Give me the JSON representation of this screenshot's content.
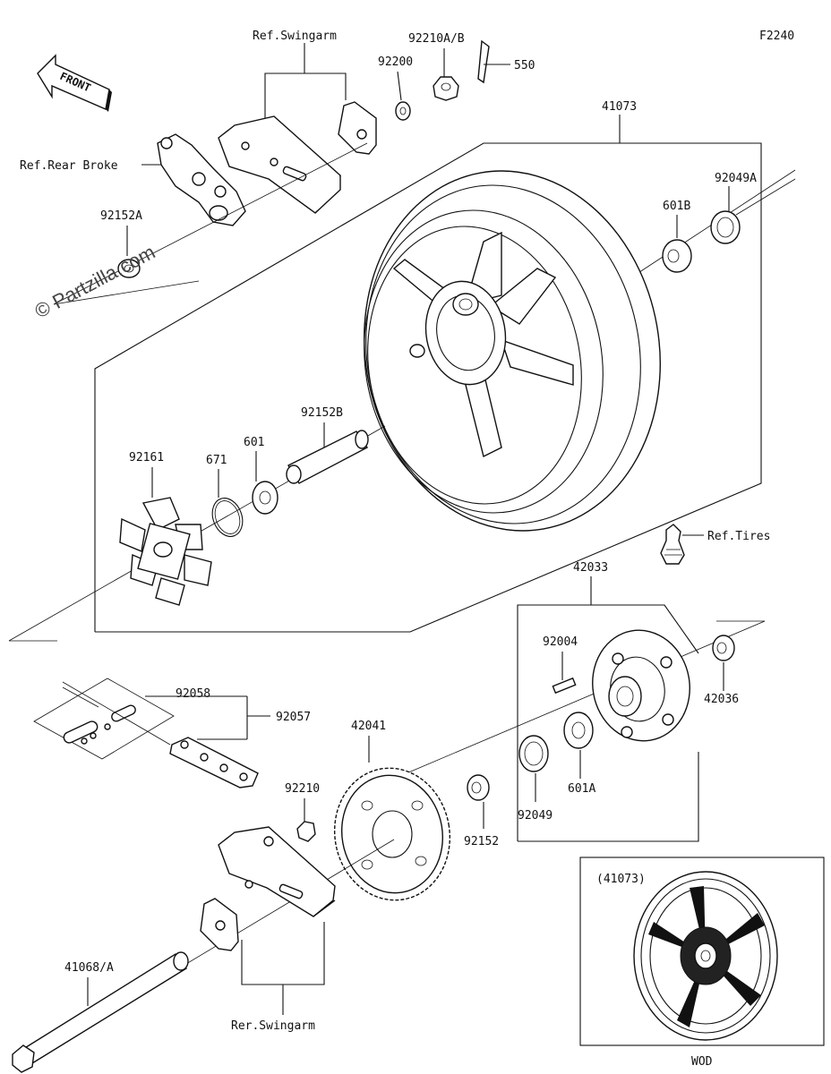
{
  "diagram_code": "F2240",
  "watermark": "© Partzilla.com",
  "front_arrow_label": "FRONT",
  "inset": {
    "label": "(41073)",
    "code": "WOD"
  },
  "refs": {
    "swingarm_top": "Ref.Swingarm",
    "rear_brake": "Ref.Rear Broke",
    "tires": "Ref.Tires",
    "swingarm_bottom": "Rer.Swingarm"
  },
  "parts": {
    "p92210AB": "92210A/B",
    "p92200": "92200",
    "p550": "550",
    "p41073": "41073",
    "p92049A": "92049A",
    "p601B": "601B",
    "p92152A": "92152A",
    "p92152B": "92152B",
    "p92161": "92161",
    "p671": "671",
    "p601": "601",
    "p42033": "42033",
    "p92004": "92004",
    "p42036": "42036",
    "p92058": "92058",
    "p92057": "92057",
    "p42041": "42041",
    "p92210": "92210",
    "p92152": "92152",
    "p92049": "92049",
    "p601A": "601A",
    "p41068A": "41068/A"
  }
}
